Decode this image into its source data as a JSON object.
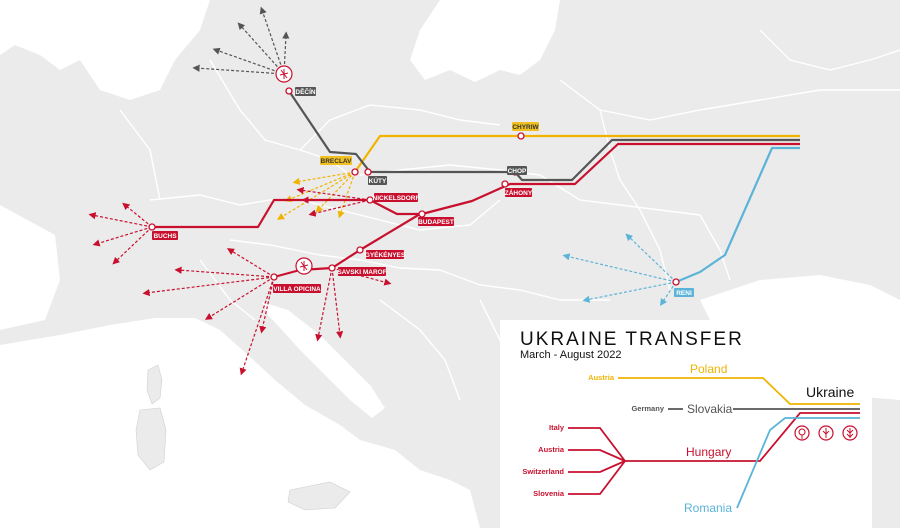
{
  "colors": {
    "poland": "#f0b400",
    "slovakia": "#555555",
    "hungary": "#c8102e",
    "romania": "#5bb4d8",
    "label_red": "#c8102e",
    "label_yellow": "#f0c020",
    "label_dark": "#555555",
    "label_blue": "#5bb4d8"
  },
  "stations": {
    "decin": "DĚČÍN",
    "breclav": "BRECLAV",
    "kuty": "KÚTY",
    "chop": "CHOP",
    "chyriw": "CHYRIW",
    "zahony": "ZÁHONY",
    "nickelsdorf": "NICKELSDORF",
    "budapest": "BUDAPEST",
    "buchs": "BUCHS",
    "gyekenyes": "GYÉKÉNYES",
    "savski_marof": "SAVSKI MAROF",
    "villa_opicina": "VILLA OPICINA",
    "reni": "RENI"
  },
  "legend": {
    "title": "UKRAINE TRANSFER",
    "subtitle": "March - August 2022",
    "austria_top": "Austria",
    "poland": "Poland",
    "ukraine": "Ukraine",
    "germany": "Germany",
    "slovakia": "Slovakia",
    "italy": "Italy",
    "austria": "Austria",
    "switzerland": "Switzerland",
    "slovenia": "Slovenia",
    "hungary": "Hungary",
    "romania": "Romania"
  },
  "cargo_icons": [
    "sunflower-icon",
    "corn-icon",
    "wheat-icon"
  ]
}
